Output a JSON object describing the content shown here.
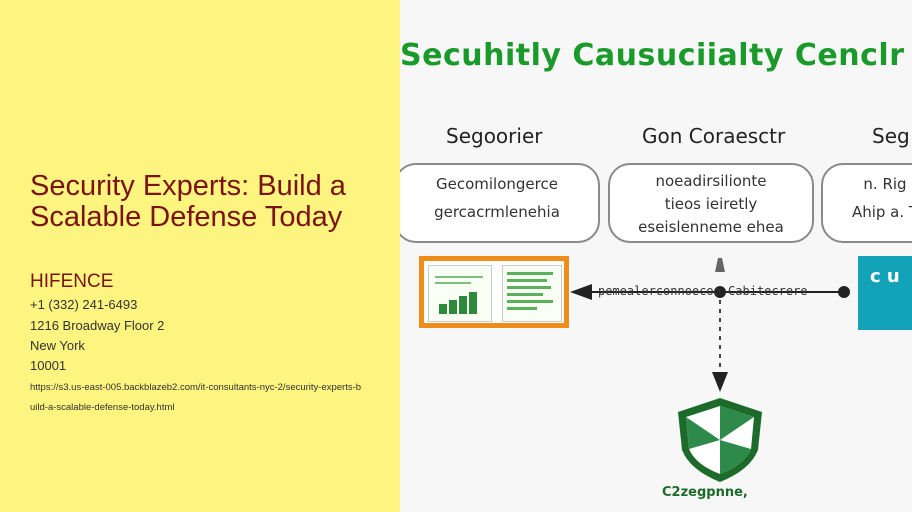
{
  "left": {
    "headline": "Security Experts: Build a Scalable Defense Today",
    "company": "HIFENCE",
    "phone": "+1 (332) 241-6493",
    "address": "1216 Broadway Floor 2",
    "city": "New York",
    "zip": "10001",
    "url": "https://s3.us-east-005.backblazeb2.com/it-consultants-nyc-2/security-experts-build-a-scalable-defense-today.html"
  },
  "diagram": {
    "title": "Secuhitly Causuciialty Cenclr",
    "columns": [
      {
        "label": "Segoorier",
        "lines": [
          "Gecomilongerce",
          "gercacrmlenehia"
        ]
      },
      {
        "label": "Gon Coraesctr",
        "lines": [
          "noeadirsilionte",
          "tieos ieiretly",
          "eseislenneme ehea"
        ]
      },
      {
        "label": "Seg",
        "lines": [
          "n. Rig",
          "Ahip a. T"
        ]
      }
    ],
    "connector_text": "pemealerconnoecoo Cabitecrere",
    "teal_text": "c u",
    "shield_caption": "C2zegpnne,",
    "colors": {
      "title_green": "#1a9a2a",
      "orange": "#f08c1a",
      "teal": "#12a3b8",
      "shield_green": "#1c6b2a",
      "left_background": "#fdf57f",
      "headline_red": "#7a1414"
    }
  }
}
